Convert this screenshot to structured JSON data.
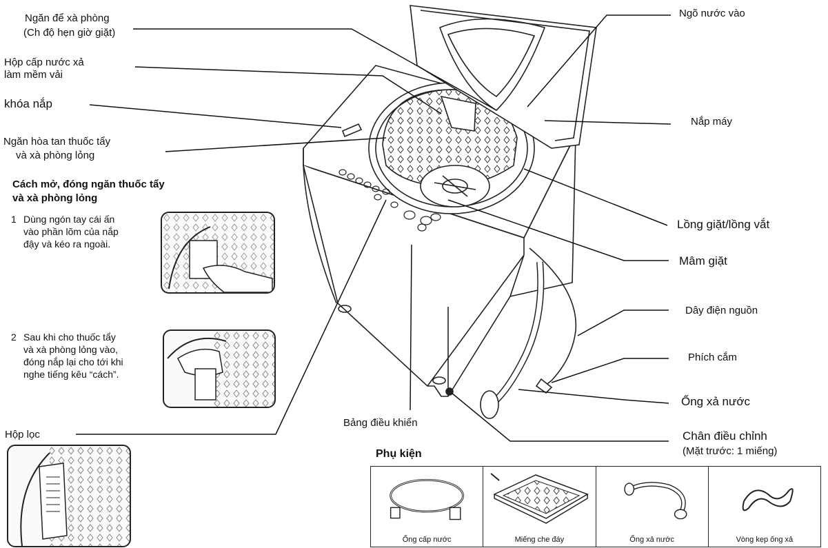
{
  "labels": {
    "soap_compartment_1": "Ngăn để xà phòng",
    "soap_compartment_2": "(Ch độ hẹn giờ giặt)",
    "softener_box_1": "Hộp cấp nước xả",
    "softener_box_2": "làm mềm vải",
    "lid_lock": "khóa nắp",
    "bleach_compartment_1": "Ngăn hòa tan thuốc tẩy",
    "bleach_compartment_2": "và xà phòng lỏng",
    "water_inlet": "Ngõ nước vào",
    "top_lid": "Nắp máy",
    "drum": "Lồng giặt/lồng vắt",
    "pulsator": "Mâm giặt",
    "power_cord": "Dây điện nguồn",
    "plug": "Phích cắm",
    "drain_hose": "Ống xả nước",
    "adjustable_foot_1": "Chân điều chỉnh",
    "adjustable_foot_2": "(Mặt trước: 1 miếng)",
    "control_panel": "Bảng điều khiển",
    "filter_box": "Hộp lọc"
  },
  "instructions": {
    "title_1": "Cách mở, đóng ngăn thuốc tẩy",
    "title_2": "và xà phòng lỏng",
    "step1": {
      "num": "1",
      "lines": [
        "Dùng ngón tay cái ấn",
        "vào phần lõm của nắp",
        "đậy và kéo ra ngoài."
      ]
    },
    "step2": {
      "num": "2",
      "lines": [
        "Sau khi cho thuốc tẩy",
        "và xà phòng lỏng vào,",
        "đóng nắp lại cho tới khi",
        "nghe tiếng kêu “cách”."
      ]
    }
  },
  "accessories": {
    "title": "Phụ kiện",
    "items": [
      {
        "icon": "inlet-hose-icon",
        "label": "Ống cấp nước"
      },
      {
        "icon": "bottom-cover-icon",
        "label": "Miếng che đáy"
      },
      {
        "icon": "drain-hose-icon",
        "label": "Ống xả nước"
      },
      {
        "icon": "hose-clamp-icon",
        "label": "Vòng kẹp ống xả"
      }
    ]
  }
}
